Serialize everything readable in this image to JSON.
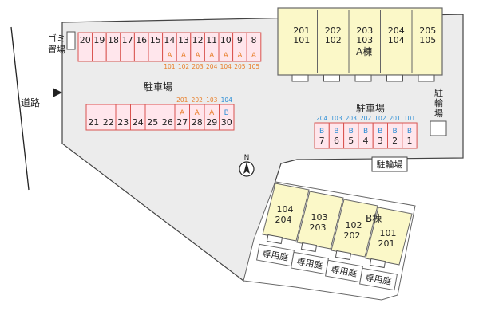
{
  "labels": {
    "garbage": "ゴミ置場",
    "road": "道路",
    "parking_main": "駐車場",
    "parking_right": "駐車場",
    "bike_small": "駐輪場",
    "bike_center": "駐輪場",
    "building_a": "A棟",
    "building_b": "B棟",
    "north": "N",
    "private_garden": "専用庭"
  },
  "top_row": {
    "numbers": [
      "20",
      "19",
      "18",
      "17",
      "16",
      "15",
      "14",
      "13",
      "12",
      "11",
      "10",
      "9",
      "8"
    ],
    "markers": [
      "",
      "",
      "",
      "",
      "",
      "",
      "A",
      "A",
      "A",
      "A",
      "A",
      "A",
      "A"
    ],
    "assigned": [
      "",
      "",
      "",
      "",
      "",
      "",
      "101",
      "102",
      "203",
      "204",
      "104",
      "205",
      "105"
    ]
  },
  "mid_row": {
    "numbers": [
      "21",
      "22",
      "23",
      "24",
      "25",
      "26",
      "27",
      "28",
      "29",
      "30"
    ],
    "markers": [
      "",
      "",
      "",
      "",
      "",
      "",
      "A",
      "A",
      "A",
      "B"
    ],
    "assigned": [
      "",
      "",
      "",
      "",
      "",
      "",
      "201",
      "202",
      "103",
      "104"
    ]
  },
  "right_row": {
    "numbers": [
      "7",
      "6",
      "5",
      "4",
      "3",
      "2",
      "1"
    ],
    "markers": [
      "B",
      "B",
      "B",
      "B",
      "B",
      "B",
      "B"
    ],
    "assigned": [
      "204",
      "103",
      "203",
      "202",
      "102",
      "201",
      "101"
    ]
  },
  "building_a_units": [
    {
      "upper": "201",
      "lower": "101"
    },
    {
      "upper": "202",
      "lower": "102"
    },
    {
      "upper": "203",
      "lower": "103"
    },
    {
      "upper": "204",
      "lower": "104"
    },
    {
      "upper": "205",
      "lower": "105"
    }
  ],
  "building_b_units": [
    {
      "upper": "104",
      "lower": "204"
    },
    {
      "upper": "103",
      "lower": "203"
    },
    {
      "upper": "102",
      "lower": "202"
    },
    {
      "upper": "101",
      "lower": "201"
    }
  ],
  "colors": {
    "lot": "#ececec",
    "parking_fill": "#ffe6ec",
    "parking_border": "#d9534f",
    "building_fill": "#fbf8c8",
    "marker_a": "#e87f2b",
    "marker_b": "#2f8fd6",
    "outline": "#444444"
  }
}
